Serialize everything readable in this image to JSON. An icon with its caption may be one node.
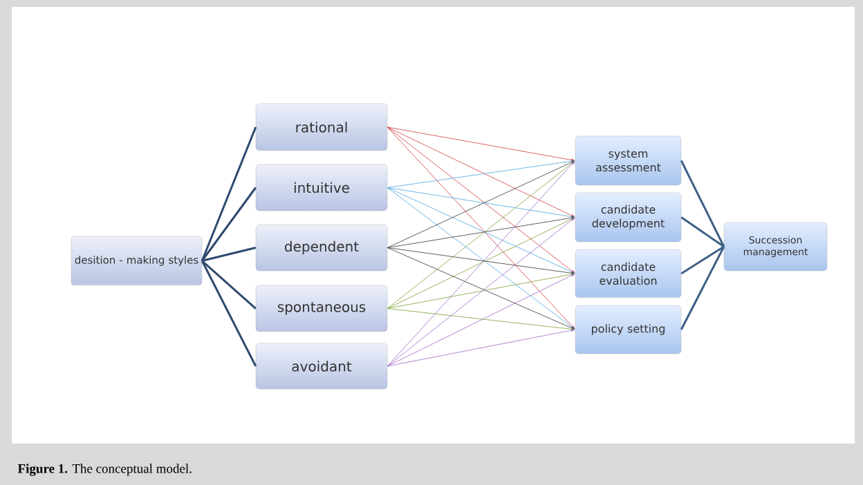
{
  "diagram": {
    "caption": "**Figure 1.** The conceptual model.",
    "nodes": [
      {
        "text": [
          "desition - making styles"
        ]
      },
      {
        "text": [
          "rational"
        ]
      },
      {
        "text": [
          "intuitive"
        ]
      },
      {
        "text": [
          "dependent"
        ]
      },
      {
        "text": [
          "spontaneous"
        ]
      },
      {
        "text": [
          "avoidant"
        ]
      },
      {
        "text": [
          "system assessment"
        ]
      },
      {
        "text": [
          "candidate development"
        ]
      },
      {
        "text": [
          "candidate evaluation"
        ]
      },
      {
        "text": [
          "policy setting"
        ]
      },
      {
        "text": [
          "Succession management"
        ]
      }
    ],
    "edges": [
      {
        "from": 0,
        "to": 1,
        "arrow": "none",
        "style": "thick",
        "color": "#2e4a6e"
      },
      {
        "from": 0,
        "to": 2,
        "arrow": "none",
        "style": "thick",
        "color": "#2e4a6e"
      },
      {
        "from": 0,
        "to": 3,
        "arrow": "none",
        "style": "thick",
        "color": "#2e4a6e"
      },
      {
        "from": 0,
        "to": 4,
        "arrow": "none",
        "style": "thick",
        "color": "#2e4a6e"
      },
      {
        "from": 0,
        "to": 5,
        "arrow": "none",
        "style": "thick",
        "color": "#2e4a6e"
      },
      {
        "from": 1,
        "to": 6,
        "arrow": "to",
        "color": "#d03838"
      },
      {
        "from": 1,
        "to": 7,
        "arrow": "to",
        "color": "#d03838"
      },
      {
        "from": 1,
        "to": 8,
        "arrow": "to",
        "color": "#d03838"
      },
      {
        "from": 1,
        "to": 9,
        "arrow": "to",
        "color": "#d03838"
      },
      {
        "from": 2,
        "to": 6,
        "arrow": "to",
        "color": "#4aa3df"
      },
      {
        "from": 2,
        "to": 7,
        "arrow": "to",
        "color": "#4aa3df"
      },
      {
        "from": 2,
        "to": 8,
        "arrow": "to",
        "color": "#4aa3df"
      },
      {
        "from": 2,
        "to": 9,
        "arrow": "to",
        "color": "#4aa3df"
      },
      {
        "from": 3,
        "to": 6,
        "arrow": "to",
        "color": "#333333"
      },
      {
        "from": 3,
        "to": 7,
        "arrow": "to",
        "color": "#333333"
      },
      {
        "from": 3,
        "to": 8,
        "arrow": "to",
        "color": "#333333"
      },
      {
        "from": 3,
        "to": 9,
        "arrow": "to",
        "color": "#333333"
      },
      {
        "from": 4,
        "to": 6,
        "arrow": "to",
        "color": "#78a032"
      },
      {
        "from": 4,
        "to": 7,
        "arrow": "to",
        "color": "#78a032"
      },
      {
        "from": 4,
        "to": 8,
        "arrow": "to",
        "color": "#78a032"
      },
      {
        "from": 4,
        "to": 9,
        "arrow": "to",
        "color": "#78a032"
      },
      {
        "from": 5,
        "to": 6,
        "arrow": "to",
        "color": "#a064c8"
      },
      {
        "from": 5,
        "to": 7,
        "arrow": "to",
        "color": "#a064c8"
      },
      {
        "from": 5,
        "to": 8,
        "arrow": "to",
        "color": "#a064c8"
      },
      {
        "from": 5,
        "to": 9,
        "arrow": "to",
        "color": "#a064c8"
      },
      {
        "from": 6,
        "to": 10,
        "arrow": "none",
        "style": "thick",
        "color": "#3e5f86"
      },
      {
        "from": 7,
        "to": 10,
        "arrow": "none",
        "style": "thick",
        "color": "#3e5f86"
      },
      {
        "from": 8,
        "to": 10,
        "arrow": "none",
        "style": "thick",
        "color": "#3e5f86"
      },
      {
        "from": 9,
        "to": 10,
        "arrow": "none",
        "style": "thick",
        "color": "#3e5f86"
      }
    ]
  }
}
